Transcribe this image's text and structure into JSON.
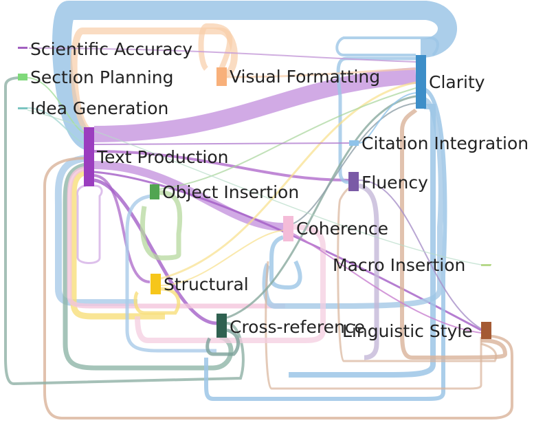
{
  "diagram": {
    "type": "sankey",
    "nodes": [
      {
        "id": "scientific_accuracy",
        "label": "Scientific Accuracy",
        "color": "#a260c0"
      },
      {
        "id": "section_planning",
        "label": "Section Planning",
        "color": "#7fd97a"
      },
      {
        "id": "idea_generation",
        "label": "Idea Generation",
        "color": "#7ac4c0"
      },
      {
        "id": "visual_formatting",
        "label": "Visual Formatting",
        "color": "#f8b07a"
      },
      {
        "id": "clarity",
        "label": "Clarity",
        "color": "#3d8ec8"
      },
      {
        "id": "text_production",
        "label": "Text Production",
        "color": "#9b3dbf"
      },
      {
        "id": "citation_integration",
        "label": "Citation Integration",
        "color": "#8fc3ea"
      },
      {
        "id": "object_insertion",
        "label": "Object Insertion",
        "color": "#52a552"
      },
      {
        "id": "fluency",
        "label": "Fluency",
        "color": "#7a5aa6"
      },
      {
        "id": "coherence",
        "label": "Coherence",
        "color": "#f4bcd8"
      },
      {
        "id": "macro_insertion",
        "label": "Macro Insertion",
        "color": "#b6d88a"
      },
      {
        "id": "structural",
        "label": "Structural",
        "color": "#f6c61a"
      },
      {
        "id": "cross_reference",
        "label": "Cross-reference",
        "color": "#2f6150"
      },
      {
        "id": "linguistic_style",
        "label": "Linguistic Style",
        "color": "#a45a34"
      }
    ]
  }
}
